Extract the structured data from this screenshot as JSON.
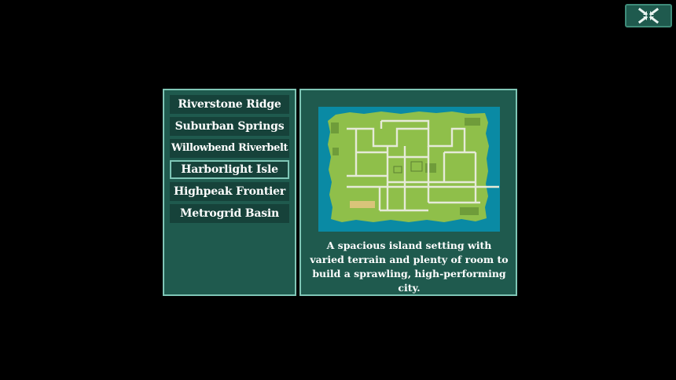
{
  "maps": [
    {
      "name": "Riverstone Ridge",
      "selected": false
    },
    {
      "name": "Suburban Springs",
      "selected": false
    },
    {
      "name": "Willowbend Riverbelt",
      "selected": false
    },
    {
      "name": "Harborlight Isle",
      "selected": true
    },
    {
      "name": "Highpeak Frontier",
      "selected": false
    },
    {
      "name": "Metrogrid Basin",
      "selected": false
    }
  ],
  "selected_map": {
    "description": "A spacious island setting with varied terrain and plenty of room to build a sprawling, high-performing city."
  },
  "icons": {
    "fullscreen_toggle": "collapse-arrows-icon"
  },
  "colors": {
    "background": "#000000",
    "panel": "#1f5a4e",
    "panel_border": "#7fc6b6",
    "list_item": "#16423a",
    "water": "#0a8aa4",
    "land": "#8fbf4a",
    "road": "#e6ead8"
  }
}
